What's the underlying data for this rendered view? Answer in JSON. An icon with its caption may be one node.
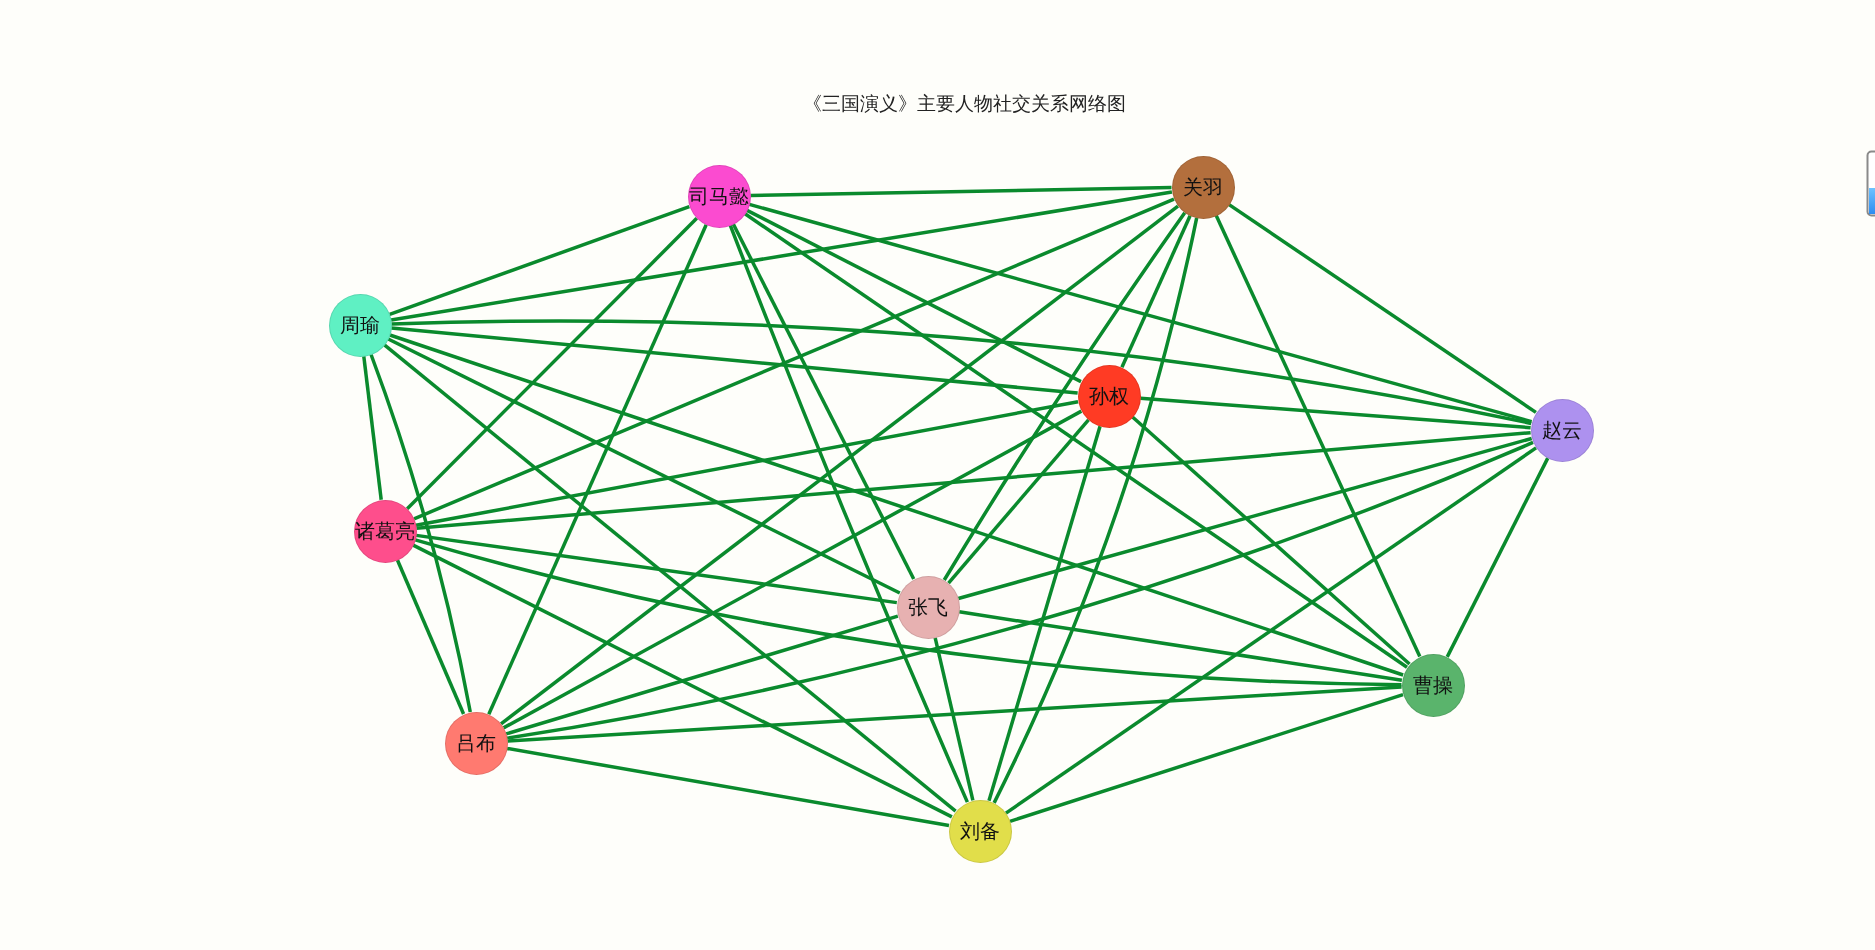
{
  "diagram": {
    "title": "《三国演义》主要人物社交关系网络图",
    "nodes": [
      {
        "text": [
          "司马懿"
        ]
      },
      {
        "text": [
          "关羽"
        ]
      },
      {
        "text": [
          "周瑜"
        ]
      },
      {
        "text": [
          "孙权"
        ]
      },
      {
        "text": [
          "赵云"
        ]
      },
      {
        "text": [
          "诸葛亮"
        ]
      },
      {
        "text": [
          "张飞"
        ]
      },
      {
        "text": [
          "曹操"
        ]
      },
      {
        "text": [
          "吕布"
        ]
      },
      {
        "text": [
          "刘备"
        ]
      }
    ],
    "edges": [
      {
        "from": 0,
        "to": 1,
        "arrow": "none"
      },
      {
        "from": 0,
        "to": 2,
        "arrow": "none"
      },
      {
        "from": 0,
        "to": 3,
        "arrow": "none"
      },
      {
        "from": 0,
        "to": 4,
        "arrow": "none"
      },
      {
        "from": 0,
        "to": 5,
        "arrow": "none"
      },
      {
        "from": 0,
        "to": 6,
        "arrow": "none"
      },
      {
        "from": 0,
        "to": 7,
        "arrow": "none"
      },
      {
        "from": 0,
        "to": 8,
        "arrow": "none"
      },
      {
        "from": 0,
        "to": 9,
        "arrow": "none"
      },
      {
        "from": 1,
        "to": 2,
        "arrow": "none"
      },
      {
        "from": 1,
        "to": 3,
        "arrow": "none"
      },
      {
        "from": 1,
        "to": 4,
        "arrow": "none"
      },
      {
        "from": 1,
        "to": 5,
        "arrow": "none"
      },
      {
        "from": 1,
        "to": 6,
        "arrow": "none"
      },
      {
        "from": 1,
        "to": 7,
        "arrow": "none"
      },
      {
        "from": 1,
        "to": 8,
        "arrow": "none"
      },
      {
        "from": 1,
        "to": 9,
        "arrow": "none"
      },
      {
        "from": 2,
        "to": 3,
        "arrow": "none"
      },
      {
        "from": 2,
        "to": 4,
        "arrow": "none"
      },
      {
        "from": 2,
        "to": 5,
        "arrow": "none"
      },
      {
        "from": 2,
        "to": 6,
        "arrow": "none"
      },
      {
        "from": 2,
        "to": 7,
        "arrow": "none"
      },
      {
        "from": 2,
        "to": 8,
        "arrow": "none"
      },
      {
        "from": 2,
        "to": 9,
        "arrow": "none"
      },
      {
        "from": 3,
        "to": 4,
        "arrow": "none"
      },
      {
        "from": 3,
        "to": 5,
        "arrow": "none"
      },
      {
        "from": 3,
        "to": 6,
        "arrow": "none"
      },
      {
        "from": 3,
        "to": 7,
        "arrow": "none"
      },
      {
        "from": 3,
        "to": 8,
        "arrow": "none"
      },
      {
        "from": 3,
        "to": 9,
        "arrow": "none"
      },
      {
        "from": 4,
        "to": 5,
        "arrow": "none"
      },
      {
        "from": 4,
        "to": 6,
        "arrow": "none"
      },
      {
        "from": 4,
        "to": 7,
        "arrow": "none"
      },
      {
        "from": 4,
        "to": 8,
        "arrow": "none"
      },
      {
        "from": 4,
        "to": 9,
        "arrow": "none"
      },
      {
        "from": 5,
        "to": 6,
        "arrow": "none"
      },
      {
        "from": 5,
        "to": 7,
        "arrow": "none"
      },
      {
        "from": 5,
        "to": 8,
        "arrow": "none"
      },
      {
        "from": 5,
        "to": 9,
        "arrow": "none"
      },
      {
        "from": 6,
        "to": 7,
        "arrow": "none"
      },
      {
        "from": 6,
        "to": 8,
        "arrow": "none"
      },
      {
        "from": 6,
        "to": 9,
        "arrow": "none"
      },
      {
        "from": 7,
        "to": 8,
        "arrow": "none"
      },
      {
        "from": 7,
        "to": 9,
        "arrow": "none"
      },
      {
        "from": 8,
        "to": 9,
        "arrow": "none"
      }
    ]
  }
}
